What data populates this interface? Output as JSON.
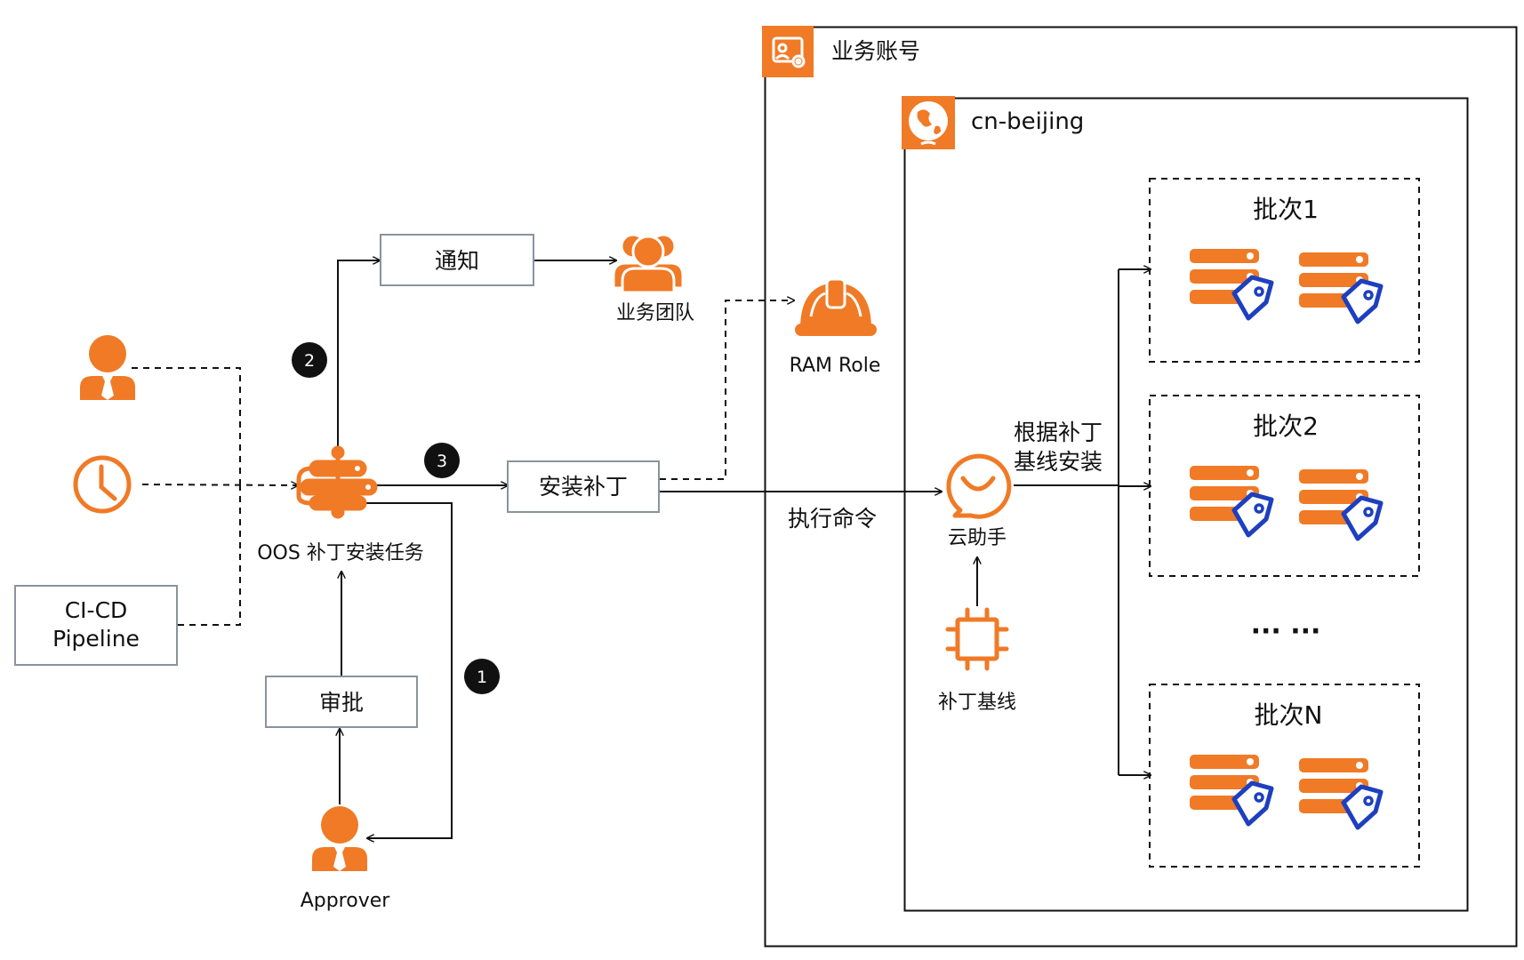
{
  "colors": {
    "accent": "#F07A26",
    "blue": "#1E3FBF",
    "line": "#111111",
    "box_border": "#8A939E"
  },
  "account": {
    "title": "业务账号"
  },
  "region": {
    "title": "cn-beijing"
  },
  "ram_role": {
    "label": "RAM Role"
  },
  "notify": {
    "box_label": "通知",
    "team_label": "业务团队"
  },
  "oos": {
    "label": "OOS 补丁安装任务"
  },
  "install": {
    "box_label": "安装补丁"
  },
  "approve": {
    "box_label": "审批",
    "approver_label": "Approver"
  },
  "cicd": {
    "line1": "CI-CD",
    "line2": "Pipeline"
  },
  "exec_label": "执行命令",
  "assistant": {
    "label": "云助手"
  },
  "baseline": {
    "label": "补丁基线",
    "install_line1": "根据补丁",
    "install_line2": "基线安装"
  },
  "steps": {
    "one": "1",
    "two": "2",
    "three": "3"
  },
  "batches": [
    {
      "title": "批次1"
    },
    {
      "title": "批次2"
    },
    {
      "title": "批次N"
    }
  ],
  "ellipsis": "··· ···"
}
